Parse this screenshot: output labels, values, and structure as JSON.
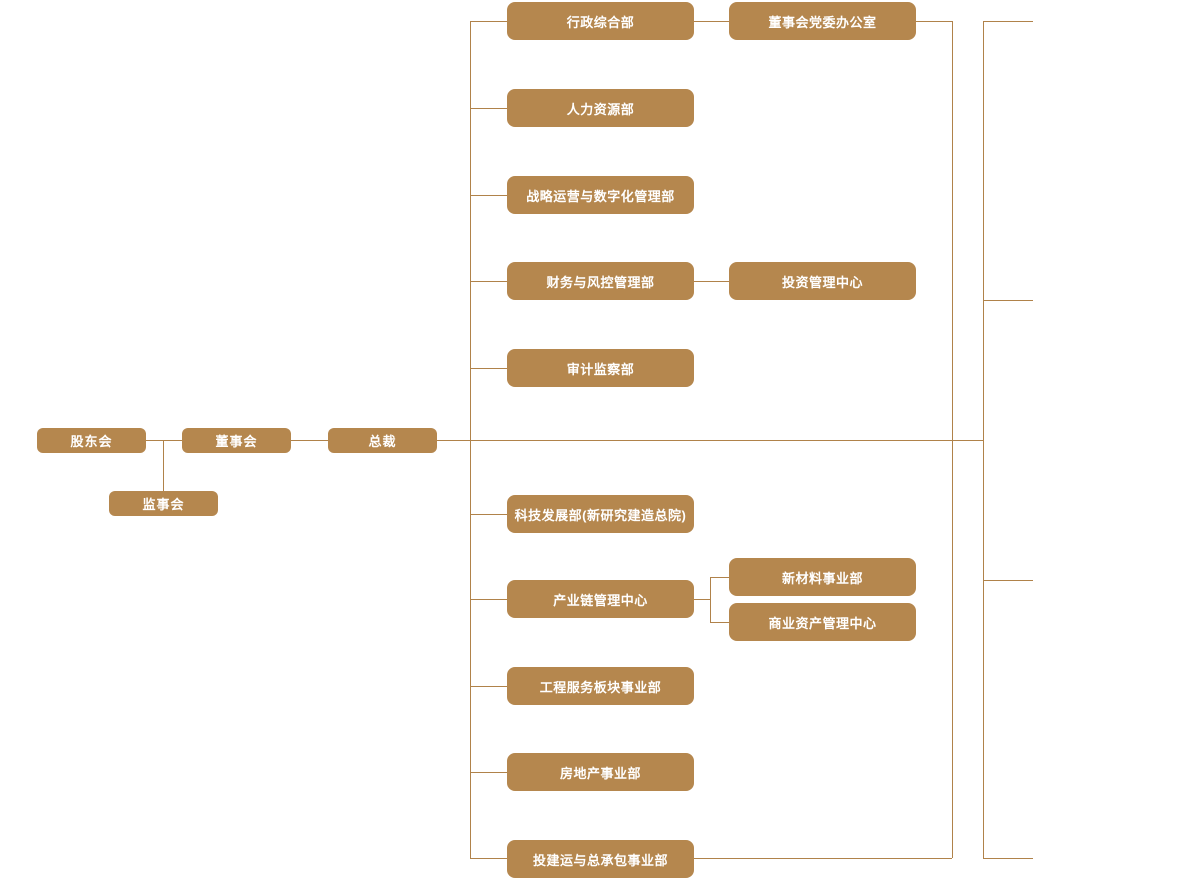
{
  "org_chart": {
    "governance": {
      "shareholders": "股东会",
      "board": "董事会",
      "president": "总裁",
      "supervisory": "监事会"
    },
    "departments": {
      "admin": "行政综合部",
      "party_office": "董事会党委办公室",
      "hr": "人力资源部",
      "strategy": "战略运营与数字化管理部",
      "finance": "财务与风控管理部",
      "investment": "投资管理中心",
      "audit": "审计监察部",
      "tech": "科技发展部(新研究建造总院)",
      "industry_chain": "产业链管理中心",
      "new_materials": "新材料事业部",
      "commercial_assets": "商业资产管理中心",
      "engineering": "工程服务板块事业部",
      "real_estate": "房地产事业部",
      "invest_epc": "投建运与总承包事业部"
    },
    "colors": {
      "box-fill": "#b5874e",
      "line": "#b0824a",
      "text": "#ffffff",
      "bg": "#ffffff"
    }
  }
}
